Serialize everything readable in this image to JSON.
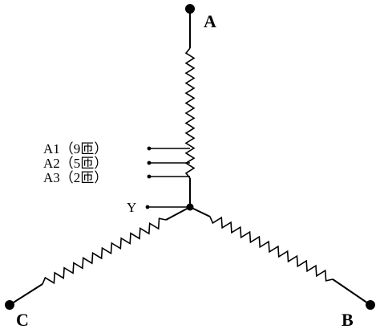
{
  "terminals": {
    "a": "A",
    "b": "B",
    "c": "C"
  },
  "neutral": {
    "label": "Y"
  },
  "taps": [
    {
      "label": "A1（9匝）"
    },
    {
      "label": "A2（5匝）"
    },
    {
      "label": "A3（2匝）"
    }
  ],
  "colors": {
    "line": "#000000",
    "background": "#ffffff"
  }
}
